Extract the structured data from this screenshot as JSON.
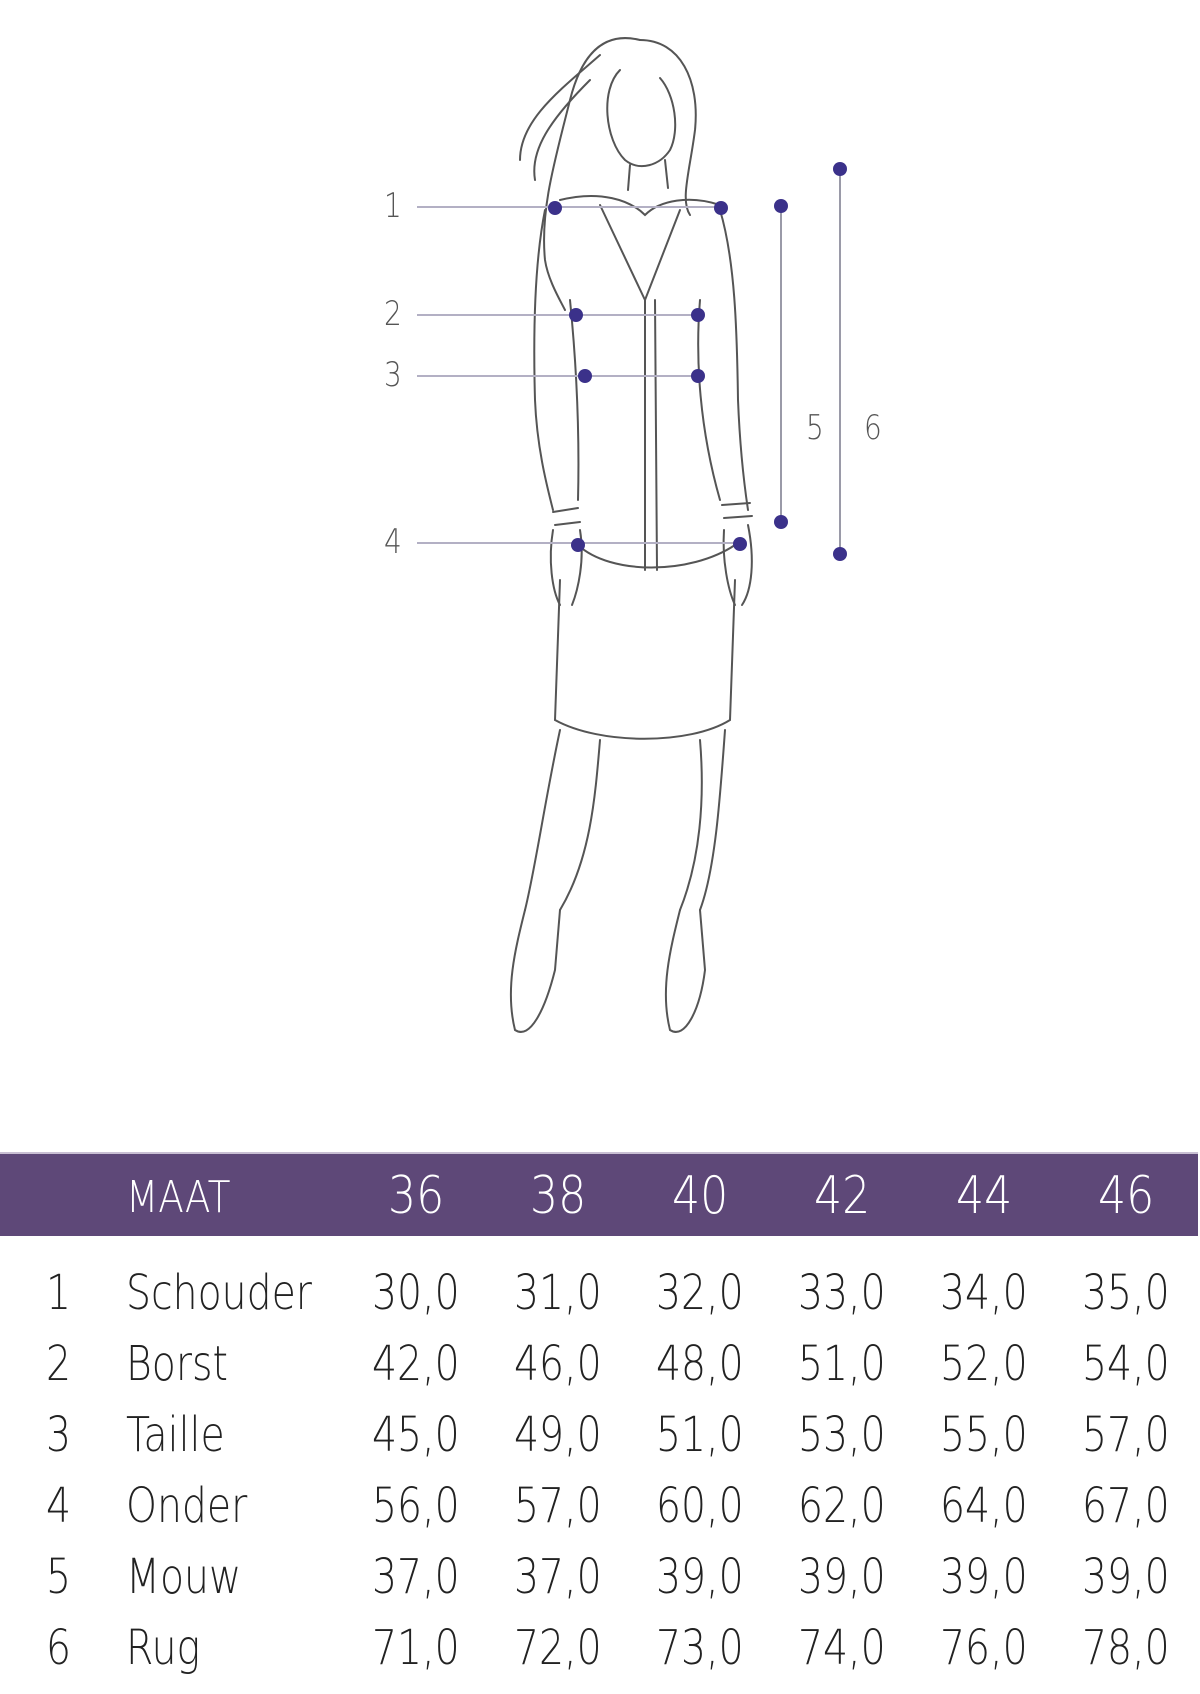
{
  "diagram": {
    "callouts": [
      {
        "number": "1",
        "measure": "Schouder"
      },
      {
        "number": "2",
        "measure": "Borst"
      },
      {
        "number": "3",
        "measure": "Taille"
      },
      {
        "number": "4",
        "measure": "Onder"
      },
      {
        "number": "5",
        "measure": "Mouw"
      },
      {
        "number": "6",
        "measure": "Rug"
      }
    ],
    "colors": {
      "dot": "#3b318a",
      "line": "#9a9aa8",
      "sketch": "#555555"
    }
  },
  "table": {
    "header": {
      "label": "MAAT",
      "sizes": [
        "36",
        "38",
        "40",
        "42",
        "44",
        "46"
      ],
      "background": "#5e4878"
    },
    "rows": [
      {
        "number": "1",
        "name": "Schouder",
        "values": [
          "30,0",
          "31,0",
          "32,0",
          "33,0",
          "34,0",
          "35,0"
        ]
      },
      {
        "number": "2",
        "name": "Borst",
        "values": [
          "42,0",
          "46,0",
          "48,0",
          "51,0",
          "52,0",
          "54,0"
        ]
      },
      {
        "number": "3",
        "name": "Taille",
        "values": [
          "45,0",
          "49,0",
          "51,0",
          "53,0",
          "55,0",
          "57,0"
        ]
      },
      {
        "number": "4",
        "name": "Onder",
        "values": [
          "56,0",
          "57,0",
          "60,0",
          "62,0",
          "64,0",
          "67,0"
        ]
      },
      {
        "number": "5",
        "name": "Mouw",
        "values": [
          "37,0",
          "37,0",
          "39,0",
          "39,0",
          "39,0",
          "39,0"
        ]
      },
      {
        "number": "6",
        "name": "Rug",
        "values": [
          "71,0",
          "72,0",
          "73,0",
          "74,0",
          "76,0",
          "78,0"
        ]
      }
    ]
  }
}
